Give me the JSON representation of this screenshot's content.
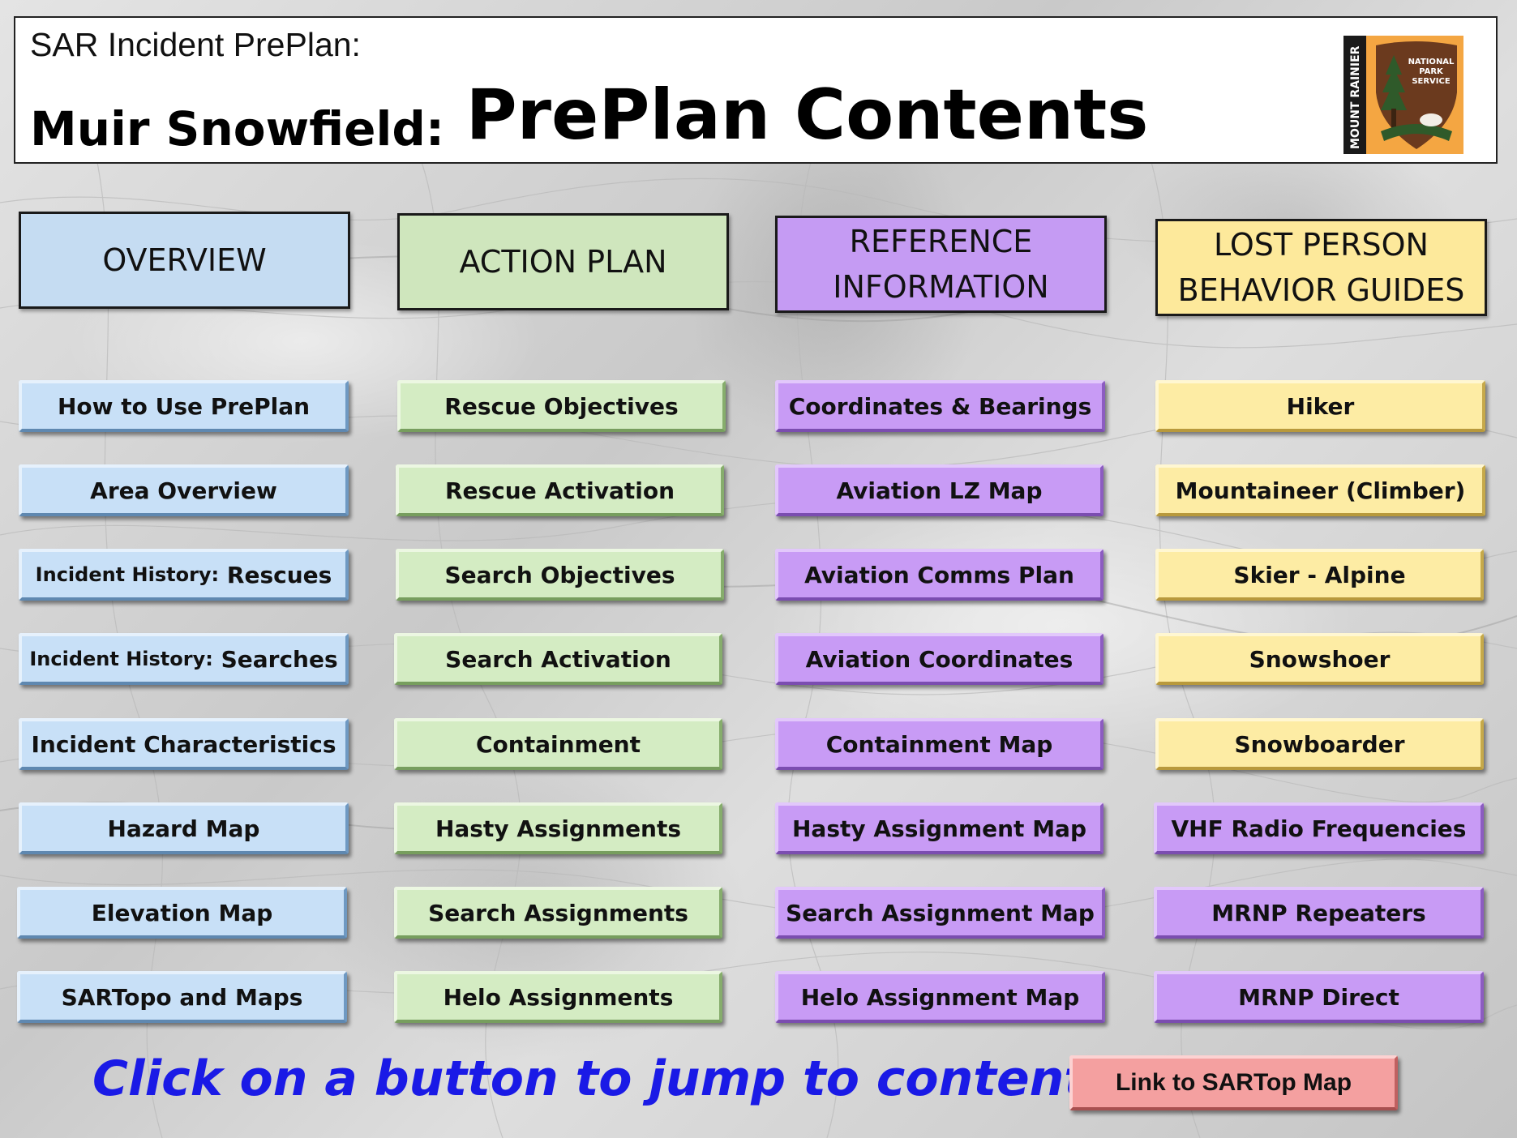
{
  "header": {
    "subtitle": "SAR Incident PrePlan:",
    "location": "Muir Snowfield:",
    "title": "PrePlan Contents",
    "logo": {
      "side_text": "MOUNT RAINIER",
      "agency_lines": [
        "NATIONAL",
        "PARK",
        "SERVICE"
      ]
    }
  },
  "columns": [
    {
      "heading": "OVERVIEW",
      "color": "#c5dcf2",
      "buttons": [
        {
          "label": "How to Use PrePlan"
        },
        {
          "label": "Area Overview"
        },
        {
          "prefix": "Incident History:",
          "label": "Rescues"
        },
        {
          "prefix": "Incident History:",
          "label": "Searches"
        },
        {
          "label": "Incident Characteristics"
        },
        {
          "label": "Hazard Map"
        },
        {
          "label": "Elevation Map"
        },
        {
          "label": "SARTopo and Maps"
        }
      ]
    },
    {
      "heading": "ACTION PLAN",
      "color": "#cfe6bd",
      "buttons": [
        {
          "label": "Rescue Objectives"
        },
        {
          "label": "Rescue Activation"
        },
        {
          "label": "Search Objectives"
        },
        {
          "label": "Search Activation"
        },
        {
          "label": "Containment"
        },
        {
          "label": "Hasty Assignments"
        },
        {
          "label": "Search Assignments"
        },
        {
          "label": "Helo Assignments"
        }
      ]
    },
    {
      "heading": "REFERENCE\nINFORMATION",
      "color": "#c59bf3",
      "buttons": [
        {
          "label": "Coordinates & Bearings"
        },
        {
          "label": "Aviation LZ Map"
        },
        {
          "label": "Aviation Comms Plan"
        },
        {
          "label": "Aviation Coordinates"
        },
        {
          "label": "Containment Map"
        },
        {
          "label": "Hasty Assignment Map"
        },
        {
          "label": "Search Assignment Map"
        },
        {
          "label": "Helo Assignment Map"
        }
      ]
    },
    {
      "heading": "LOST PERSON\nBEHAVIOR GUIDES",
      "color": "#fde99b",
      "buttons": [
        {
          "label": "Hiker"
        },
        {
          "label": "Mountaineer (Climber)"
        },
        {
          "label": "Skier - Alpine"
        },
        {
          "label": "Snowshoer"
        },
        {
          "label": "Snowboarder"
        },
        {
          "label": "VHF Radio Frequencies"
        },
        {
          "label": "MRNP Repeaters"
        },
        {
          "label": "MRNP Direct"
        }
      ]
    }
  ],
  "footer": {
    "instruction": "Click on a button to jump to contents",
    "map_link": "Link to SARTop Map"
  }
}
